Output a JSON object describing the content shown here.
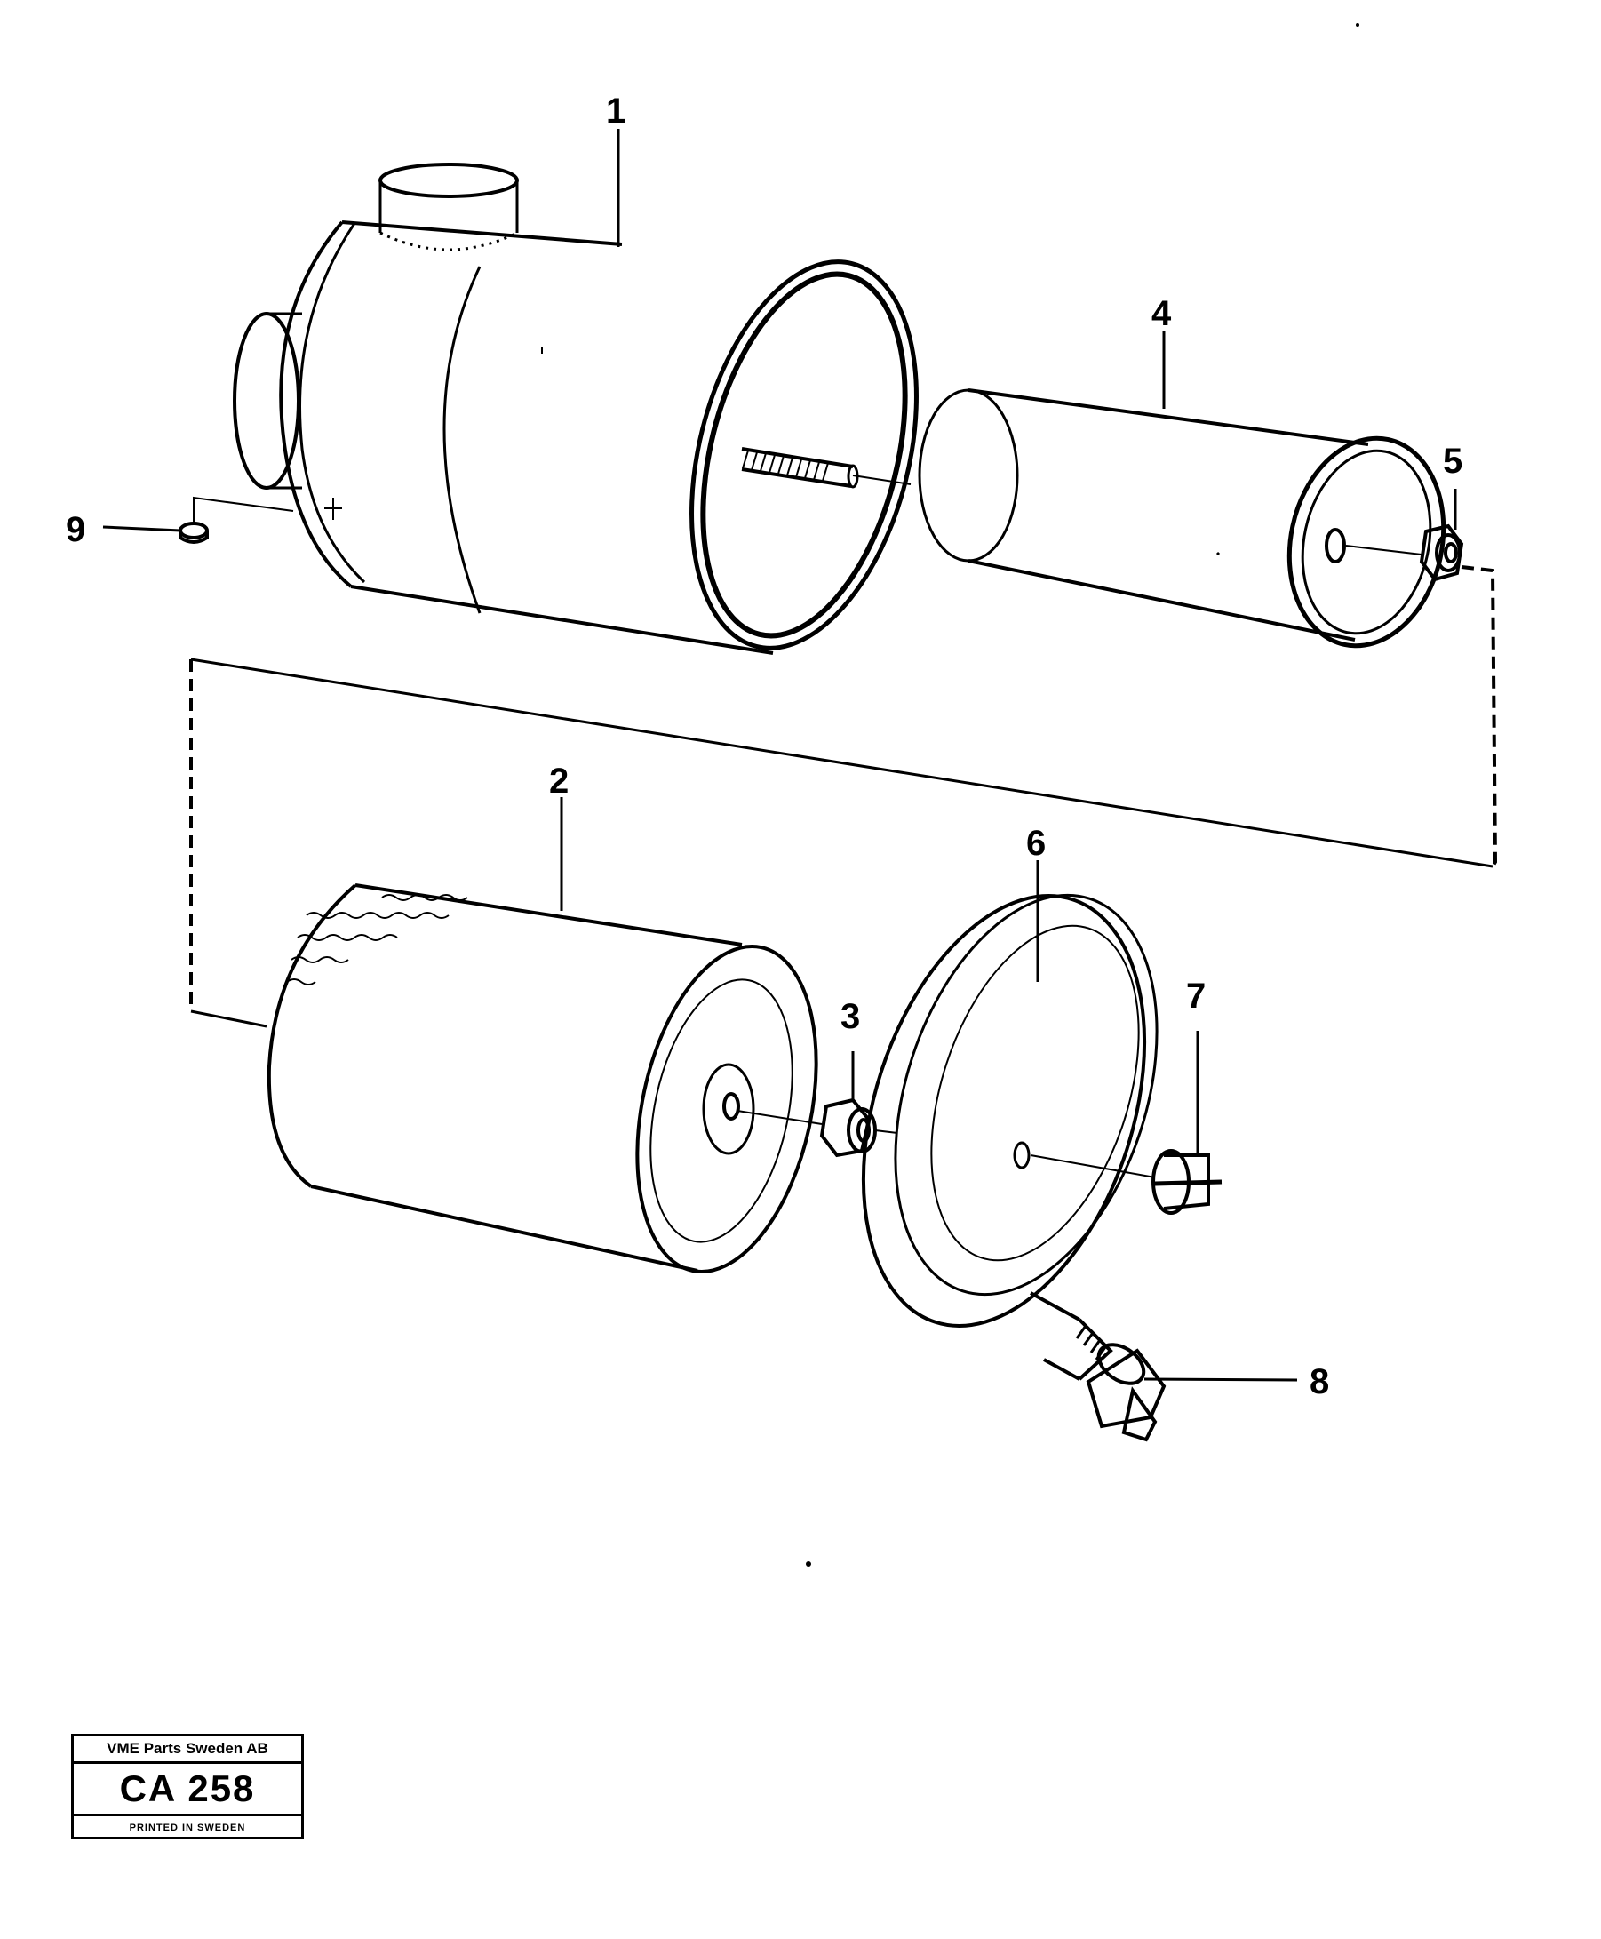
{
  "callouts": {
    "c1": "1",
    "c2": "2",
    "c3": "3",
    "c4": "4",
    "c5": "5",
    "c6": "6",
    "c7": "7",
    "c8": "8",
    "c9": "9"
  },
  "title_block": {
    "company": "VME Parts Sweden AB",
    "code": "CA 258",
    "printed": "PRINTED IN SWEDEN"
  },
  "colors": {
    "ink": "#000000",
    "paper": "#ffffff"
  }
}
